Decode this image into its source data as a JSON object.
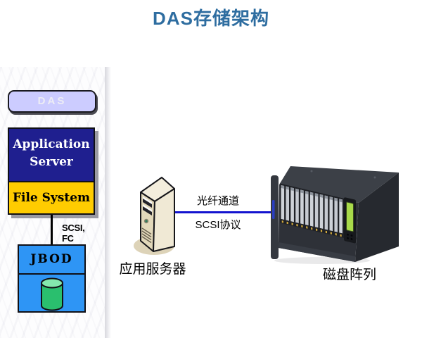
{
  "slide": {
    "title": "DAS存储架构"
  },
  "colors": {
    "title_text": "#2e6da0",
    "das_box_fill": "#ccccff",
    "app_server_fill": "#1f1f8f",
    "file_system_fill": "#ffcc00",
    "jbod_fill": "#2e95f5",
    "cylinder_green": "#2abf6e",
    "link_line_blue": "#1313cf"
  },
  "sidebar": {
    "das_label": "DAS",
    "app_server_line1": "Application",
    "app_server_line2": "Server",
    "file_system_label": "File System",
    "bus_label": "SCSI, FC",
    "jbod_label": "JBOD",
    "storage_icon": "database-cylinder-icon"
  },
  "diagram": {
    "server_label": "应用服务器",
    "array_label": "磁盘阵列",
    "link_top_label": "光纤通道",
    "link_bottom_label": "SCSI协议",
    "server_icon": "tower-server-icon",
    "array_icon": "disk-array-icon"
  }
}
